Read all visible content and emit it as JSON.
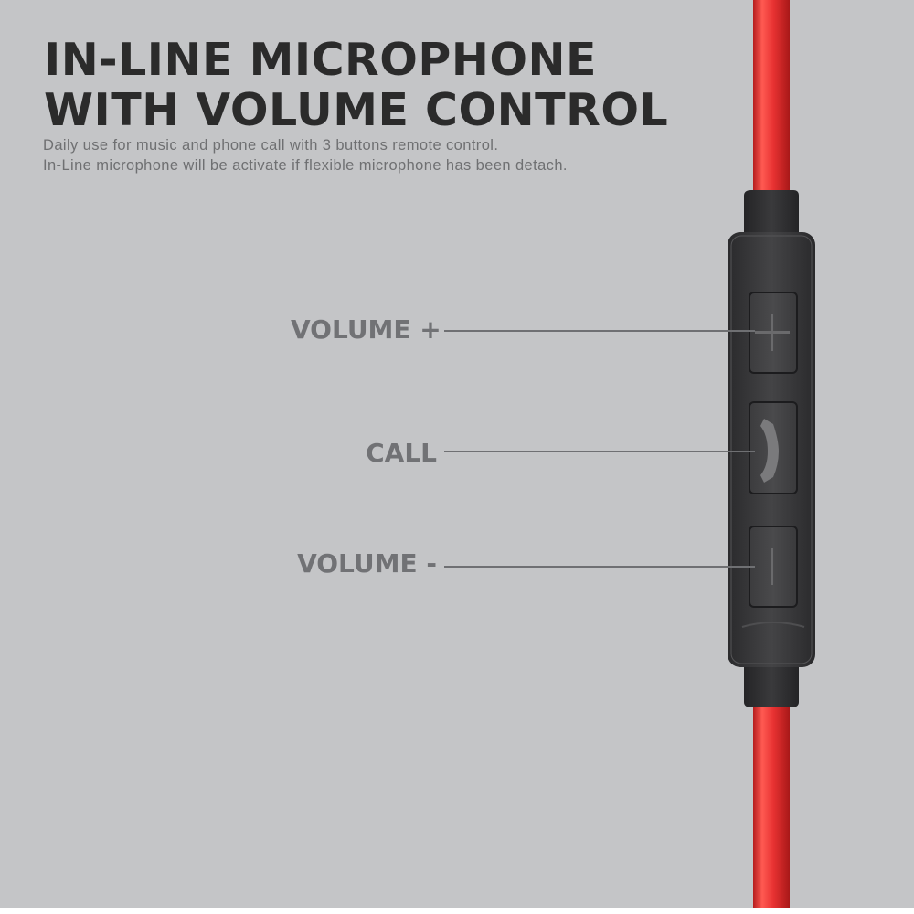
{
  "headline": {
    "line1": "IN-LINE MICROPHONE",
    "line2": "WITH VOLUME CONTROL"
  },
  "subtitle": {
    "line1": "Daily use for music and phone call with 3 buttons remote control.",
    "line2": "In-Line microphone will be activate if flexible microphone has been detach."
  },
  "callouts": {
    "volume_up": "VOLUME +",
    "call": "CALL",
    "volume_down": "VOLUME -"
  },
  "colors": {
    "background": "#c4c5c7",
    "cable": "#e63333",
    "remote_body": "#3a3a3c",
    "text_dark": "#2b2b2b",
    "text_gray": "#717275"
  },
  "icons": {
    "plus": "plus-icon",
    "call": "phone-handset-icon",
    "minus": "minus-icon"
  }
}
